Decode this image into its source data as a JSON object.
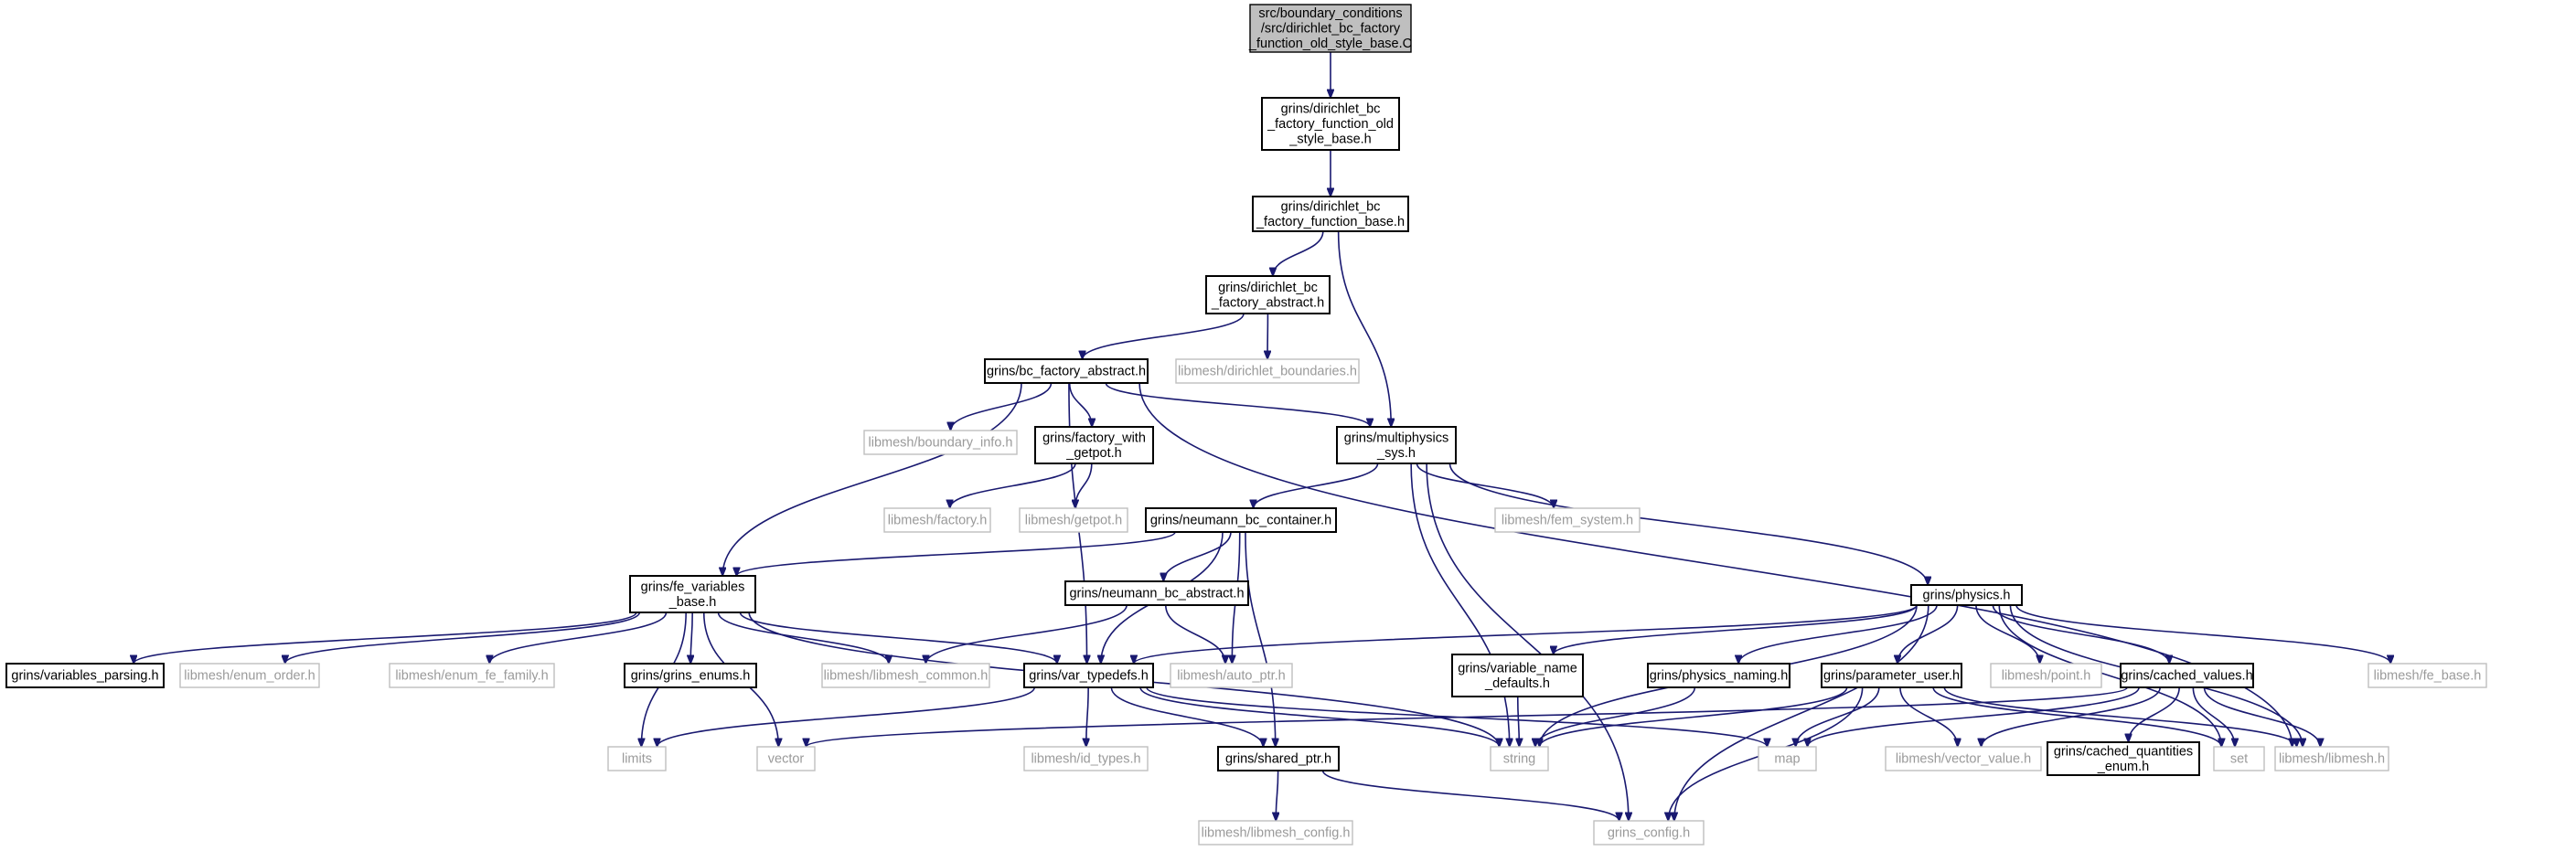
{
  "diagram_type": "include dependency graph",
  "colors": {
    "edge": "#191970",
    "root_fill": "#bfbfbf",
    "node_border": "#000000",
    "external_border": "#bfbfbf",
    "external_text": "#9a9a9a"
  },
  "nodes": [
    {
      "id": "root",
      "kind": "root",
      "lines": [
        "src/boundary_conditions",
        "/src/dirichlet_bc_factory",
        "_function_old_style_base.C"
      ]
    },
    {
      "id": "dbc_old",
      "kind": "internal",
      "lines": [
        "grins/dirichlet_bc",
        "_factory_function_old",
        "_style_base.h"
      ]
    },
    {
      "id": "dbc_func",
      "kind": "internal",
      "lines": [
        "grins/dirichlet_bc",
        "_factory_function_base.h"
      ]
    },
    {
      "id": "dbc_abs",
      "kind": "internal",
      "lines": [
        "grins/dirichlet_bc",
        "_factory_abstract.h"
      ]
    },
    {
      "id": "lm_dirbnd",
      "kind": "external",
      "lines": [
        "libmesh/dirichlet_boundaries.h"
      ]
    },
    {
      "id": "bc_abs",
      "kind": "internal",
      "lines": [
        "grins/bc_factory_abstract.h"
      ]
    },
    {
      "id": "lm_bndinfo",
      "kind": "external",
      "lines": [
        "libmesh/boundary_info.h"
      ]
    },
    {
      "id": "fact_getpot",
      "kind": "internal",
      "lines": [
        "grins/factory_with",
        "_getpot.h"
      ]
    },
    {
      "id": "multiphys",
      "kind": "internal",
      "lines": [
        "grins/multiphysics",
        "_sys.h"
      ]
    },
    {
      "id": "lm_factory",
      "kind": "external",
      "lines": [
        "libmesh/factory.h"
      ]
    },
    {
      "id": "lm_getpot",
      "kind": "external",
      "lines": [
        "libmesh/getpot.h"
      ]
    },
    {
      "id": "neu_cont",
      "kind": "internal",
      "lines": [
        "grins/neumann_bc_container.h"
      ]
    },
    {
      "id": "lm_femsys",
      "kind": "external",
      "lines": [
        "libmesh/fem_system.h"
      ]
    },
    {
      "id": "fe_vars",
      "kind": "internal",
      "lines": [
        "grins/fe_variables",
        "_base.h"
      ]
    },
    {
      "id": "neu_abs",
      "kind": "internal",
      "lines": [
        "grins/neumann_bc_abstract.h"
      ]
    },
    {
      "id": "physics",
      "kind": "internal",
      "lines": [
        "grins/physics.h"
      ]
    },
    {
      "id": "var_pars",
      "kind": "internal",
      "lines": [
        "grins/variables_parsing.h"
      ]
    },
    {
      "id": "lm_enumord",
      "kind": "external",
      "lines": [
        "libmesh/enum_order.h"
      ]
    },
    {
      "id": "lm_enumfe",
      "kind": "external",
      "lines": [
        "libmesh/enum_fe_family.h"
      ]
    },
    {
      "id": "grins_enums",
      "kind": "internal",
      "lines": [
        "grins/grins_enums.h"
      ]
    },
    {
      "id": "lm_common",
      "kind": "external",
      "lines": [
        "libmesh/libmesh_common.h"
      ]
    },
    {
      "id": "var_typedefs",
      "kind": "internal",
      "lines": [
        "grins/var_typedefs.h"
      ]
    },
    {
      "id": "lm_autoptr",
      "kind": "external",
      "lines": [
        "libmesh/auto_ptr.h"
      ]
    },
    {
      "id": "var_name_def",
      "kind": "internal",
      "lines": [
        "grins/variable_name",
        "_defaults.h"
      ]
    },
    {
      "id": "phys_naming",
      "kind": "internal",
      "lines": [
        "grins/physics_naming.h"
      ]
    },
    {
      "id": "param_user",
      "kind": "internal",
      "lines": [
        "grins/parameter_user.h"
      ]
    },
    {
      "id": "lm_point",
      "kind": "external",
      "lines": [
        "libmesh/point.h"
      ]
    },
    {
      "id": "cached_vals",
      "kind": "internal",
      "lines": [
        "grins/cached_values.h"
      ]
    },
    {
      "id": "lm_febase",
      "kind": "external",
      "lines": [
        "libmesh/fe_base.h"
      ]
    },
    {
      "id": "limits",
      "kind": "external",
      "lines": [
        "limits"
      ]
    },
    {
      "id": "vector",
      "kind": "external",
      "lines": [
        "vector"
      ]
    },
    {
      "id": "lm_idtypes",
      "kind": "external",
      "lines": [
        "libmesh/id_types.h"
      ]
    },
    {
      "id": "shared_ptr",
      "kind": "internal",
      "lines": [
        "grins/shared_ptr.h"
      ]
    },
    {
      "id": "string",
      "kind": "external",
      "lines": [
        "string"
      ]
    },
    {
      "id": "map",
      "kind": "external",
      "lines": [
        "map"
      ]
    },
    {
      "id": "lm_vecval",
      "kind": "external",
      "lines": [
        "libmesh/vector_value.h"
      ]
    },
    {
      "id": "cached_qty",
      "kind": "internal",
      "lines": [
        "grins/cached_quantities",
        "_enum.h"
      ]
    },
    {
      "id": "set",
      "kind": "external",
      "lines": [
        "set"
      ]
    },
    {
      "id": "lm_libmesh",
      "kind": "external",
      "lines": [
        "libmesh/libmesh.h"
      ]
    },
    {
      "id": "lm_config",
      "kind": "external",
      "lines": [
        "libmesh/libmesh_config.h"
      ]
    },
    {
      "id": "grins_config",
      "kind": "external",
      "lines": [
        "grins_config.h"
      ]
    }
  ],
  "edges": [
    [
      "root",
      "dbc_old"
    ],
    [
      "dbc_old",
      "dbc_func"
    ],
    [
      "dbc_func",
      "dbc_abs"
    ],
    [
      "dbc_func",
      "multiphys"
    ],
    [
      "dbc_abs",
      "bc_abs"
    ],
    [
      "dbc_abs",
      "lm_dirbnd"
    ],
    [
      "bc_abs",
      "lm_bndinfo"
    ],
    [
      "bc_abs",
      "fact_getpot"
    ],
    [
      "bc_abs",
      "multiphys"
    ],
    [
      "bc_abs",
      "fe_vars"
    ],
    [
      "bc_abs",
      "var_typedefs"
    ],
    [
      "bc_abs",
      "lm_libmesh"
    ],
    [
      "fact_getpot",
      "lm_factory"
    ],
    [
      "fact_getpot",
      "lm_getpot"
    ],
    [
      "multiphys",
      "neu_cont"
    ],
    [
      "multiphys",
      "lm_femsys"
    ],
    [
      "multiphys",
      "physics"
    ],
    [
      "multiphys",
      "string"
    ],
    [
      "multiphys",
      "grins_config"
    ],
    [
      "neu_cont",
      "fe_vars"
    ],
    [
      "neu_cont",
      "neu_abs"
    ],
    [
      "neu_cont",
      "var_typedefs"
    ],
    [
      "neu_cont",
      "lm_autoptr"
    ],
    [
      "neu_cont",
      "shared_ptr"
    ],
    [
      "neu_abs",
      "lm_common"
    ],
    [
      "neu_abs",
      "lm_autoptr"
    ],
    [
      "fe_vars",
      "var_pars"
    ],
    [
      "fe_vars",
      "lm_enumord"
    ],
    [
      "fe_vars",
      "lm_enumfe"
    ],
    [
      "fe_vars",
      "grins_enums"
    ],
    [
      "fe_vars",
      "lm_common"
    ],
    [
      "fe_vars",
      "var_typedefs"
    ],
    [
      "fe_vars",
      "limits"
    ],
    [
      "fe_vars",
      "vector"
    ],
    [
      "fe_vars",
      "string"
    ],
    [
      "physics",
      "var_typedefs"
    ],
    [
      "physics",
      "var_name_def"
    ],
    [
      "physics",
      "phys_naming"
    ],
    [
      "physics",
      "param_user"
    ],
    [
      "physics",
      "lm_point"
    ],
    [
      "physics",
      "cached_vals"
    ],
    [
      "physics",
      "lm_febase"
    ],
    [
      "physics",
      "string"
    ],
    [
      "physics",
      "set"
    ],
    [
      "physics",
      "lm_libmesh"
    ],
    [
      "physics",
      "grins_config"
    ],
    [
      "var_typedefs",
      "limits"
    ],
    [
      "var_typedefs",
      "lm_idtypes"
    ],
    [
      "var_typedefs",
      "shared_ptr"
    ],
    [
      "var_typedefs",
      "string"
    ],
    [
      "var_typedefs",
      "map"
    ],
    [
      "var_name_def",
      "string"
    ],
    [
      "phys_naming",
      "string"
    ],
    [
      "param_user",
      "string"
    ],
    [
      "param_user",
      "map"
    ],
    [
      "param_user",
      "lm_vecval"
    ],
    [
      "param_user",
      "set"
    ],
    [
      "param_user",
      "lm_libmesh"
    ],
    [
      "param_user",
      "grins_config"
    ],
    [
      "cached_vals",
      "vector"
    ],
    [
      "cached_vals",
      "map"
    ],
    [
      "cached_vals",
      "lm_vecval"
    ],
    [
      "cached_vals",
      "cached_qty"
    ],
    [
      "cached_vals",
      "set"
    ],
    [
      "cached_vals",
      "lm_libmesh"
    ],
    [
      "shared_ptr",
      "lm_config"
    ],
    [
      "shared_ptr",
      "grins_config"
    ]
  ]
}
